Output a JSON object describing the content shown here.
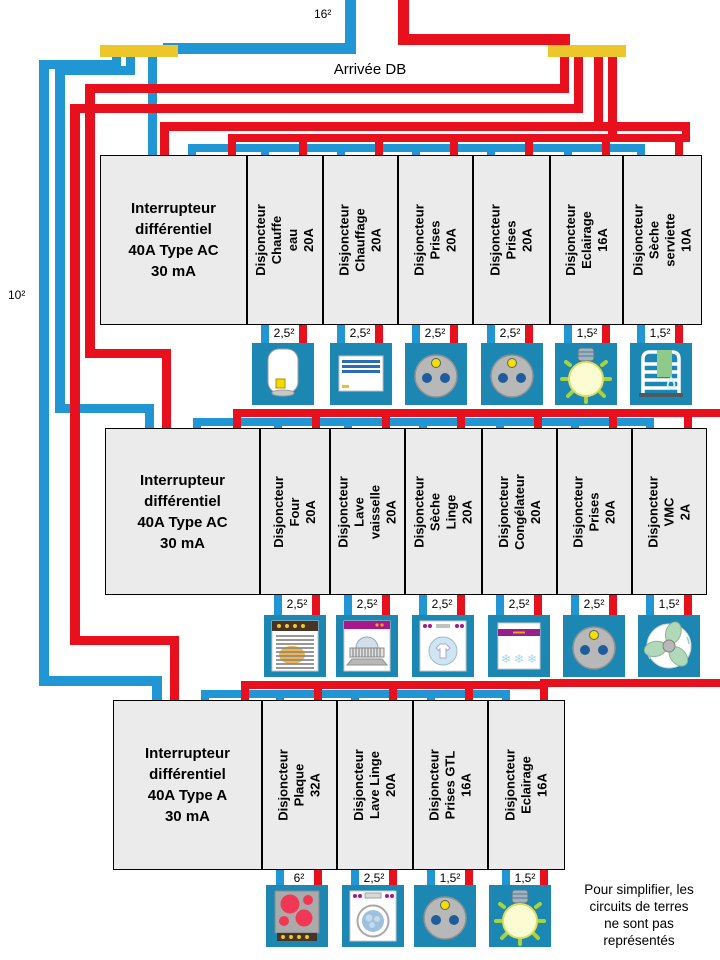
{
  "header": {
    "supply_label": "Arrivée DB",
    "top_wire_gauge": "16²",
    "left_wire_gauge": "10²"
  },
  "note": {
    "lines": [
      "Pour simplifier, les",
      "circuits de terres",
      "ne sont pas",
      "représentés"
    ]
  },
  "colors": {
    "phase": "#e8101c",
    "neutral": "#2196d4",
    "busbar": "#edc62a",
    "box_fill": "#ebebeb",
    "box_border": "#000000",
    "icon_bg": "#1b87b2"
  },
  "rows": [
    {
      "differential": {
        "lines": [
          "Interrupteur",
          "différentiel",
          "40A Type AC",
          "30 mA"
        ]
      },
      "breakers": [
        {
          "lines": [
            "Disjoncteur",
            "Chauffe eau",
            "20A"
          ],
          "gauge": "2,5²",
          "icon": "water-heater"
        },
        {
          "lines": [
            "Disjoncteur",
            "Chauffage",
            "20A"
          ],
          "gauge": "2,5²",
          "icon": "radiator"
        },
        {
          "lines": [
            "Disjoncteur",
            "Prises",
            "20A"
          ],
          "gauge": "2,5²",
          "icon": "outlet"
        },
        {
          "lines": [
            "Disjoncteur",
            "Prises",
            "20A"
          ],
          "gauge": "2,5²",
          "icon": "outlet"
        },
        {
          "lines": [
            "Disjoncteur",
            "Eclairage",
            "16A"
          ],
          "gauge": "1,5²",
          "icon": "bulb"
        },
        {
          "lines": [
            "Disjoncteur",
            "Sèche serviette",
            "10A"
          ],
          "gauge": "1,5²",
          "icon": "towel-dryer"
        }
      ]
    },
    {
      "differential": {
        "lines": [
          "Interrupteur",
          "différentiel",
          "40A Type AC",
          "30 mA"
        ]
      },
      "breakers": [
        {
          "lines": [
            "Disjoncteur",
            "Four",
            "20A"
          ],
          "gauge": "2,5²",
          "icon": "oven"
        },
        {
          "lines": [
            "Disjoncteur",
            "Lave vaisselle",
            "20A"
          ],
          "gauge": "2,5²",
          "icon": "dishwasher"
        },
        {
          "lines": [
            "Disjoncteur",
            "Sèche Linge",
            "20A"
          ],
          "gauge": "2,5²",
          "icon": "dryer"
        },
        {
          "lines": [
            "Disjoncteur",
            "Congélateur",
            "20A"
          ],
          "gauge": "2,5²",
          "icon": "freezer"
        },
        {
          "lines": [
            "Disjoncteur",
            "Prises",
            "20A"
          ],
          "gauge": "2,5²",
          "icon": "outlet"
        },
        {
          "lines": [
            "Disjoncteur",
            "VMC",
            "2A"
          ],
          "gauge": "1,5²",
          "icon": "fan"
        }
      ]
    },
    {
      "differential": {
        "lines": [
          "Interrupteur",
          "différentiel",
          "40A Type A",
          "30 mA"
        ]
      },
      "breakers": [
        {
          "lines": [
            "Disjoncteur",
            "Plaque",
            "32A"
          ],
          "gauge": "6²",
          "icon": "cooktop"
        },
        {
          "lines": [
            "Disjoncteur",
            "Lave Linge",
            "20A"
          ],
          "gauge": "2,5²",
          "icon": "washer"
        },
        {
          "lines": [
            "Disjoncteur",
            "Prises GTL",
            "16A"
          ],
          "gauge": "1,5²",
          "icon": "outlet"
        },
        {
          "lines": [
            "Disjoncteur",
            "Eclairage",
            "16A"
          ],
          "gauge": "1,5²",
          "icon": "bulb"
        }
      ]
    }
  ]
}
